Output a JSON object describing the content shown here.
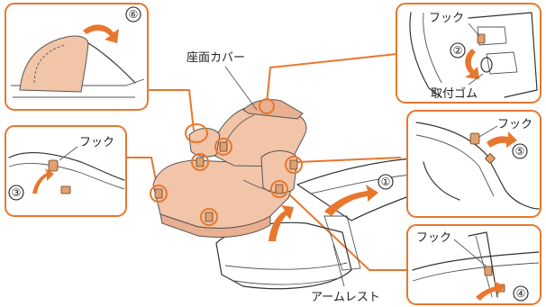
{
  "labels": {
    "seat_cover": "座面カバー",
    "hook_top_right": "フック",
    "rubber_band": "取付ゴム",
    "hook_mid_right": "フック",
    "hook_left": "フック",
    "hook_bottom_right": "フック",
    "armrest": "アームレスト"
  },
  "steps": {
    "s1": "①",
    "s2": "②",
    "s3": "③",
    "s4": "④",
    "s5": "⑤",
    "s6": "⑥"
  },
  "colors": {
    "accent": "#e8772e",
    "seat": "#f2c4a8"
  }
}
